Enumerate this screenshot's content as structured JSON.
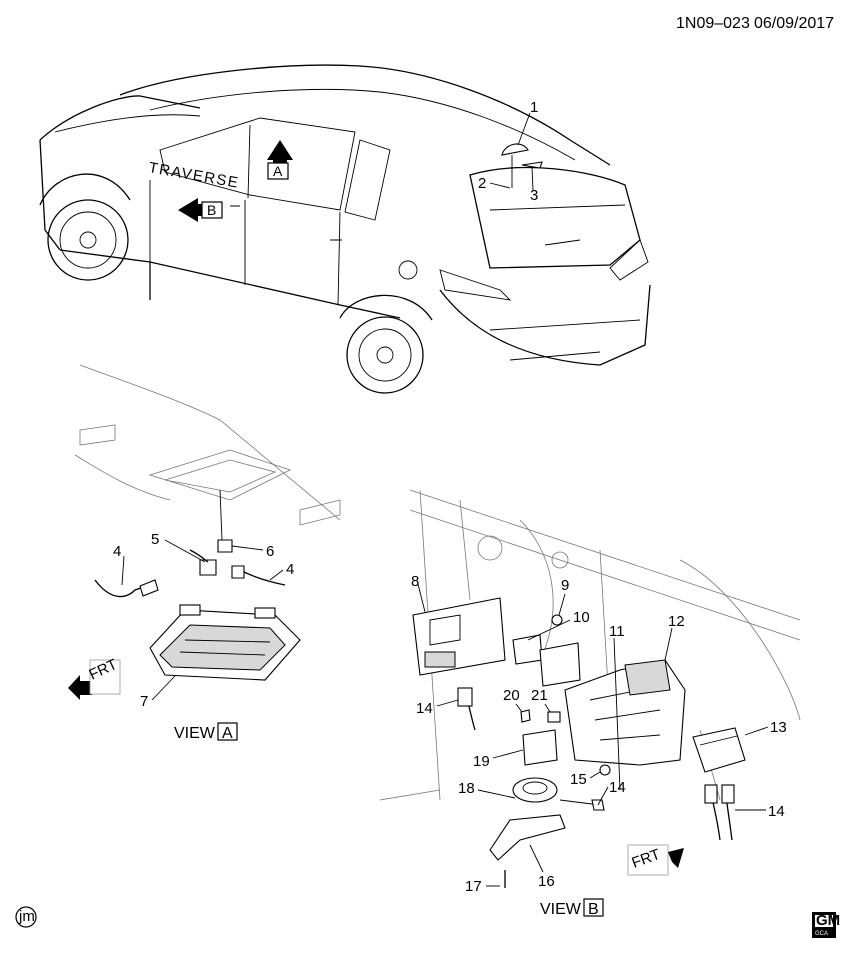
{
  "header": {
    "ref": "1N09–023",
    "date": "06/09/2017"
  },
  "views": {
    "a_prefix": "VIEW",
    "a_letter": "A",
    "b_prefix": "VIEW",
    "b_letter": "B"
  },
  "vehicle_view_markers": {
    "a": "A",
    "b": "B"
  },
  "vehicle_badge": "TRAVERSE",
  "front_indicator": "FRT",
  "callouts": [
    "1",
    "2",
    "3",
    "4",
    "4",
    "5",
    "6",
    "7",
    "8",
    "9",
    "10",
    "11",
    "12",
    "13",
    "14",
    "14",
    "14",
    "15",
    "16",
    "17",
    "18",
    "19",
    "20",
    "21"
  ],
  "footer": {
    "left_mark": "jm",
    "logo_top": "GM",
    "logo_bottom": "GCA"
  }
}
